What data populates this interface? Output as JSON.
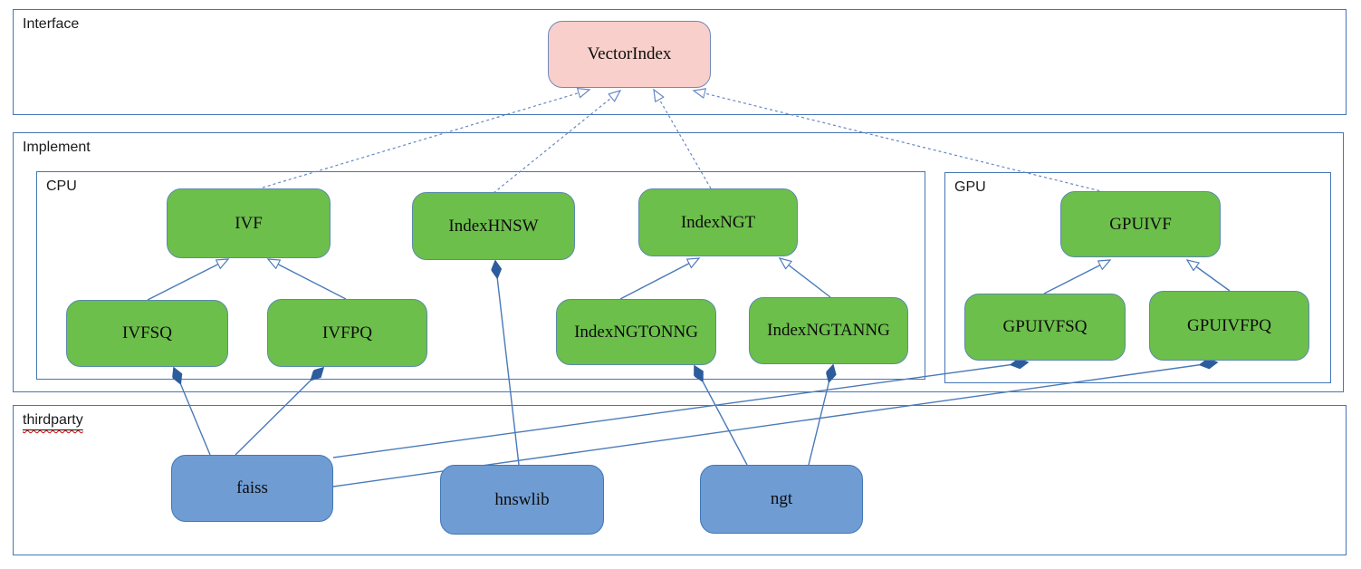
{
  "diagram": {
    "type": "uml-class-diagram",
    "containers": {
      "interface": {
        "label": "Interface"
      },
      "implement": {
        "label": "Implement"
      },
      "cpu": {
        "label": "CPU"
      },
      "gpu": {
        "label": "GPU"
      },
      "thirdparty": {
        "label": "thirdparty",
        "has_spellcheck_squiggle": true
      }
    },
    "nodes": {
      "vectorindex": {
        "label": "VectorIndex",
        "kind": "interface"
      },
      "ivf": {
        "label": "IVF",
        "kind": "cpu-class"
      },
      "indexhnsw": {
        "label": "IndexHNSW",
        "kind": "cpu-class"
      },
      "indexngt": {
        "label": "IndexNGT",
        "kind": "cpu-class"
      },
      "ivfsq": {
        "label": "IVFSQ",
        "kind": "cpu-class"
      },
      "ivfpq": {
        "label": "IVFPQ",
        "kind": "cpu-class"
      },
      "indexngtonng": {
        "label": "IndexNGTONNG",
        "kind": "cpu-class"
      },
      "indexngtanng": {
        "label": "IndexNGTANNG",
        "kind": "cpu-class"
      },
      "gpuivf": {
        "label": "GPUIVF",
        "kind": "gpu-class"
      },
      "gpuivfsq": {
        "label": "GPUIVFSQ",
        "kind": "gpu-class"
      },
      "gpuivfpq": {
        "label": "GPUIVFPQ",
        "kind": "gpu-class"
      },
      "faiss": {
        "label": "faiss",
        "kind": "thirdparty-lib"
      },
      "hnswlib": {
        "label": "hnswlib",
        "kind": "thirdparty-lib"
      },
      "ngt": {
        "label": "ngt",
        "kind": "thirdparty-lib"
      }
    },
    "edges": [
      {
        "from": "ivf",
        "to": "vectorindex",
        "type": "realization (dashed, hollow arrow)"
      },
      {
        "from": "indexhnsw",
        "to": "vectorindex",
        "type": "realization (dashed, hollow arrow)"
      },
      {
        "from": "indexngt",
        "to": "vectorindex",
        "type": "realization (dashed, hollow arrow)"
      },
      {
        "from": "gpuivf",
        "to": "vectorindex",
        "type": "realization (dashed, hollow arrow)"
      },
      {
        "from": "ivfsq",
        "to": "ivf",
        "type": "generalization (hollow triangle)"
      },
      {
        "from": "ivfpq",
        "to": "ivf",
        "type": "generalization (hollow triangle)"
      },
      {
        "from": "indexngtonng",
        "to": "indexngt",
        "type": "generalization (hollow triangle)"
      },
      {
        "from": "indexngtanng",
        "to": "indexngt",
        "type": "generalization (hollow triangle)"
      },
      {
        "from": "gpuivfsq",
        "to": "gpuivf",
        "type": "generalization (hollow triangle)"
      },
      {
        "from": "gpuivfpq",
        "to": "gpuivf",
        "type": "generalization (hollow triangle)"
      },
      {
        "from": "faiss",
        "to": "ivfsq",
        "type": "composition (filled diamond)"
      },
      {
        "from": "faiss",
        "to": "ivfpq",
        "type": "composition (filled diamond)"
      },
      {
        "from": "faiss",
        "to": "gpuivfsq",
        "type": "composition (filled diamond)"
      },
      {
        "from": "faiss",
        "to": "gpuivfpq",
        "type": "composition (filled diamond)"
      },
      {
        "from": "hnswlib",
        "to": "indexhnsw",
        "type": "composition (filled diamond)"
      },
      {
        "from": "ngt",
        "to": "indexngtonng",
        "type": "composition (filled diamond)"
      },
      {
        "from": "ngt",
        "to": "indexngtanng",
        "type": "composition (filled diamond)"
      }
    ],
    "colors": {
      "container_border": "#4576b4",
      "interface_node_fill": "#f8cfca",
      "interface_node_border": "#7288b8",
      "class_node_fill": "#6cbf4b",
      "class_node_border": "#5b8aaa",
      "thirdparty_node_fill": "#6f9cd3",
      "thirdparty_node_border": "#4377b7",
      "connector": "#4a7ab8",
      "connector_dashed": "#6687c6",
      "diamond_fill": "#2d5c9c",
      "spellcheck_squiggle": "#cc0000"
    }
  }
}
